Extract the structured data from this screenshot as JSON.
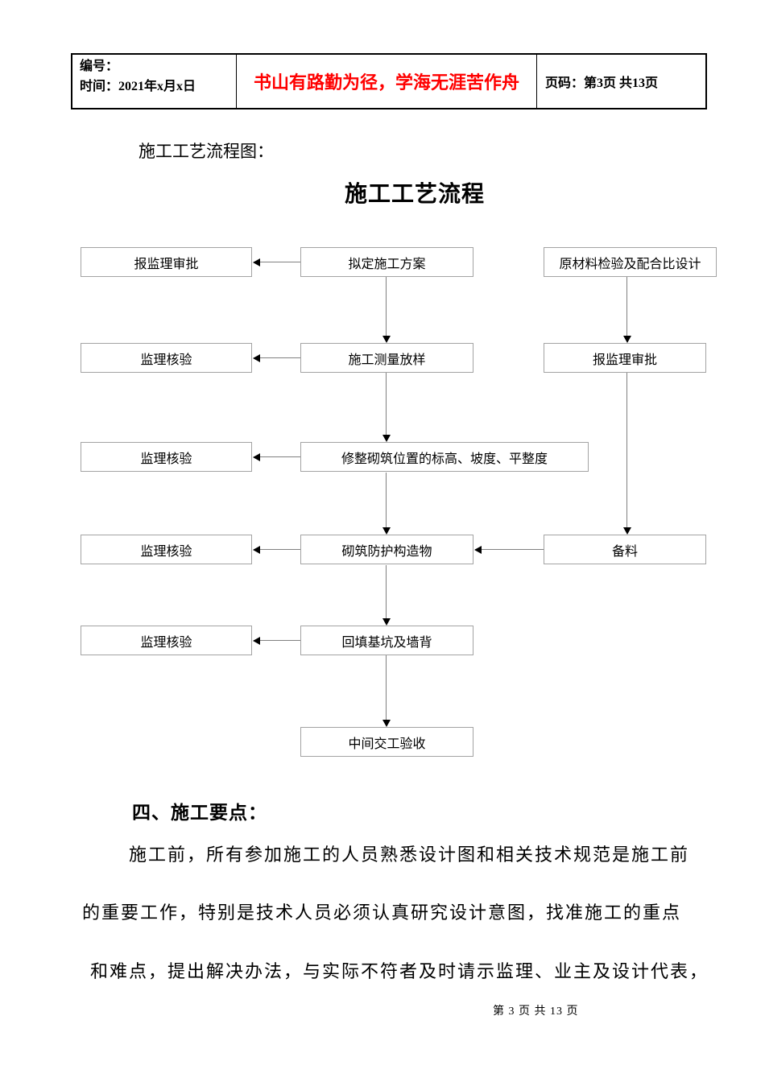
{
  "header": {
    "cell1_line1": "编号：",
    "cell1_line2": "时间：2021年x月x日",
    "motto": "书山有路勤为径，学海无涯苦作舟",
    "motto_color": "#ff0000",
    "page_info": "页码：第3页 共13页"
  },
  "intro_label": "施工工艺流程图：",
  "chart_title": "施工工艺流程",
  "flowchart": {
    "boxes": [
      {
        "id": "r1-left",
        "label": "报监理审批"
      },
      {
        "id": "r1-mid",
        "label": "拟定施工方案"
      },
      {
        "id": "r1-right",
        "label": "原材料检验及配合比设计"
      },
      {
        "id": "r2-left",
        "label": "监理核验"
      },
      {
        "id": "r2-mid",
        "label": "施工测量放样"
      },
      {
        "id": "r2-right",
        "label": "报监理审批"
      },
      {
        "id": "r3-left",
        "label": "监理核验"
      },
      {
        "id": "r3-mid",
        "label": "修整砌筑位置的标高、坡度、平整度"
      },
      {
        "id": "r4-left",
        "label": "监理核验"
      },
      {
        "id": "r4-mid",
        "label": "砌筑防护构造物"
      },
      {
        "id": "r4-right",
        "label": "备料"
      },
      {
        "id": "r5-left",
        "label": "监理核验"
      },
      {
        "id": "r5-mid",
        "label": "回填基坑及墙背"
      },
      {
        "id": "r6-mid",
        "label": "中间交工验收"
      }
    ]
  },
  "section_heading": "四、施工要点：",
  "paragraph_lines": [
    "施工前，所有参加施工的人员熟悉设计图和相关技术规范是施工前",
    "的重要工作，特别是技术人员必须认真研究设计意图，找准施工的重点",
    "和难点，提出解决办法，与实际不符者及时请示监理、业主及设计代表，"
  ],
  "footer": "第 3 页 共 13 页"
}
